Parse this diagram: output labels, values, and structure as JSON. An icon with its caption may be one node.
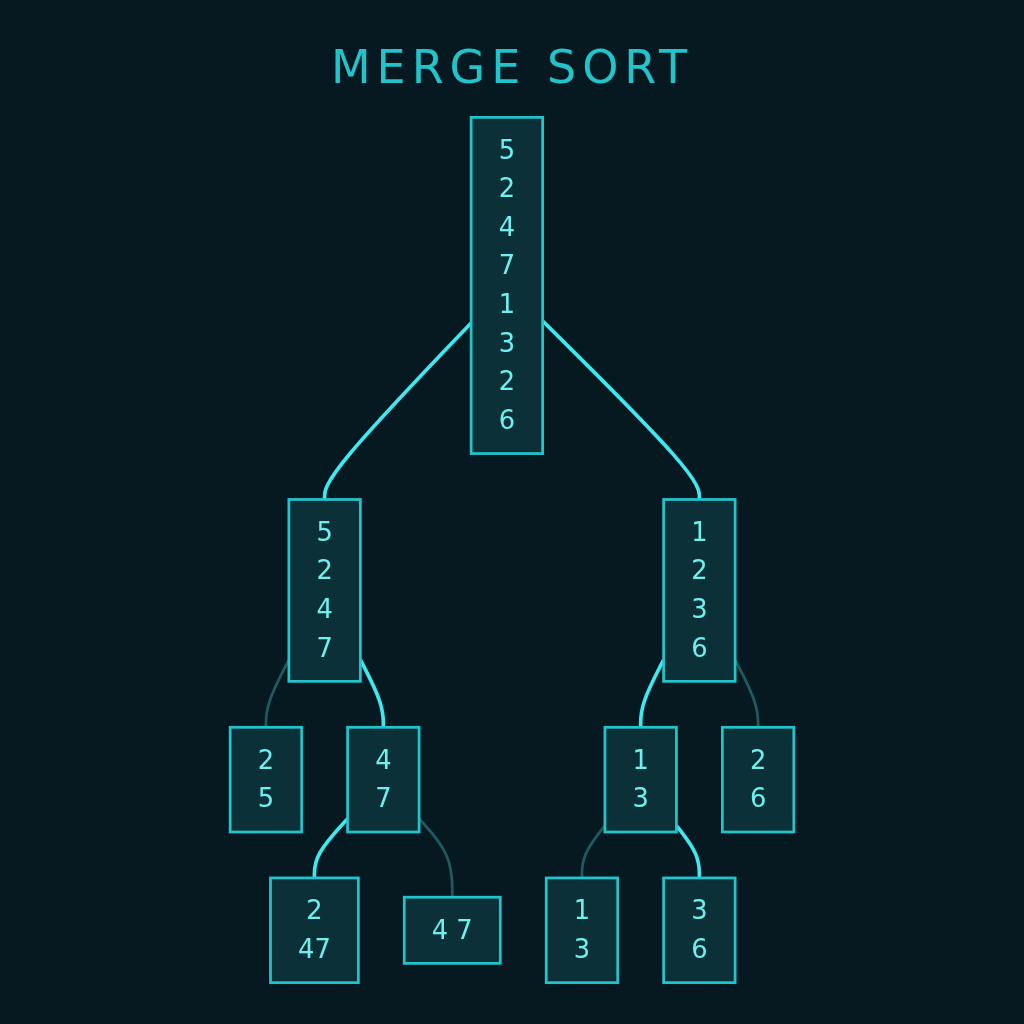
{
  "diagram": {
    "title": "MERGE SORT",
    "nodes": [
      {
        "text": [
          "5",
          "2",
          "4",
          "7",
          "1",
          "3",
          "2",
          "6"
        ]
      },
      {
        "text": [
          "5",
          "2",
          "4",
          "7"
        ]
      },
      {
        "text": [
          "1",
          "2",
          "3",
          "6"
        ]
      },
      {
        "text": [
          "2",
          "5"
        ]
      },
      {
        "text": [
          "4",
          "7"
        ]
      },
      {
        "text": [
          "1",
          "3"
        ]
      },
      {
        "text": [
          "2",
          "6"
        ]
      },
      {
        "text": [
          "2",
          "47"
        ]
      },
      {
        "text": [
          "4 7"
        ]
      },
      {
        "text": [
          "1",
          "3"
        ]
      },
      {
        "text": [
          "3",
          "6"
        ]
      }
    ],
    "edges": [
      {
        "from": 0,
        "to": 1,
        "arrow": "none"
      },
      {
        "from": 0,
        "to": 2,
        "arrow": "none"
      },
      {
        "from": 1,
        "to": 3,
        "arrow": "none",
        "color": "#1f5a60"
      },
      {
        "from": 1,
        "to": 4,
        "arrow": "none"
      },
      {
        "from": 2,
        "to": 5,
        "arrow": "none"
      },
      {
        "from": 2,
        "to": 6,
        "arrow": "none",
        "color": "#1f5a60"
      },
      {
        "from": 4,
        "to": 7,
        "arrow": "none"
      },
      {
        "from": 4,
        "to": 8,
        "arrow": "none",
        "color": "#1f5a60"
      },
      {
        "from": 5,
        "to": 9,
        "arrow": "none",
        "color": "#1f5a60"
      },
      {
        "from": 5,
        "to": 10,
        "arrow": "none"
      }
    ]
  }
}
